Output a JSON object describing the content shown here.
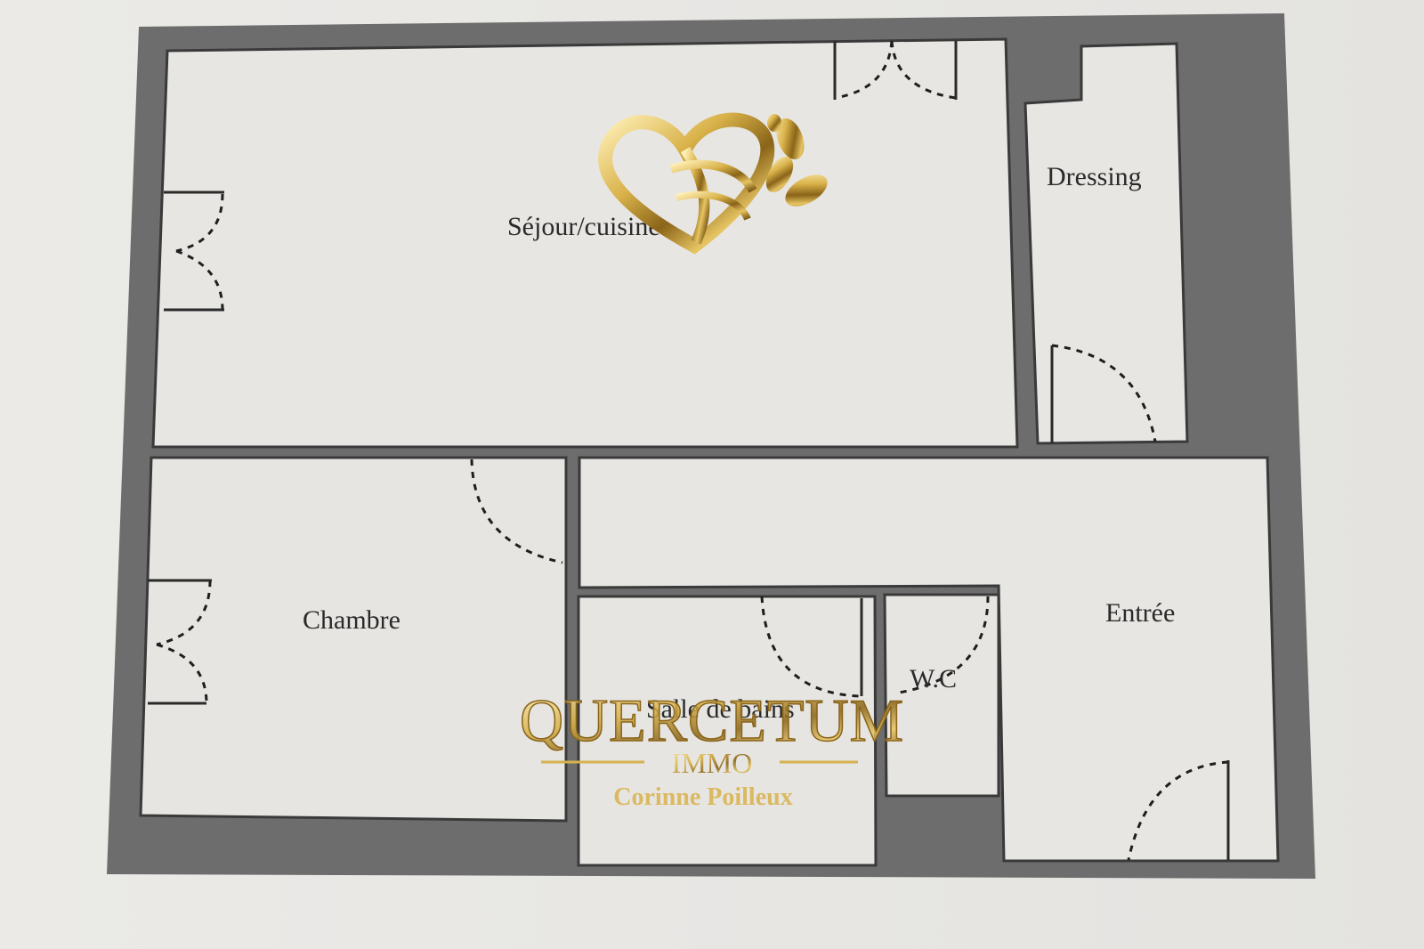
{
  "rooms": {
    "sejour": "Séjour/cuisine",
    "dressing": "Dressing",
    "chambre": "Chambre",
    "entree": "Entrée",
    "wc": "W.C",
    "salle_de_bains": "Salle de bains"
  },
  "watermark": {
    "brand": "QUERCETUM",
    "sub": "IMMO",
    "agent": "Corinne Poilleux",
    "logo_icon": "golden-heart-oak-leaf-logo-icon"
  },
  "colors": {
    "wall": "#6b6b6b",
    "wall_dark": "#5c5c5c",
    "floor": "#e6e5e2",
    "line": "#2a2a2a",
    "gold": "#c9a23c",
    "gold_light": "#f2d98a"
  }
}
